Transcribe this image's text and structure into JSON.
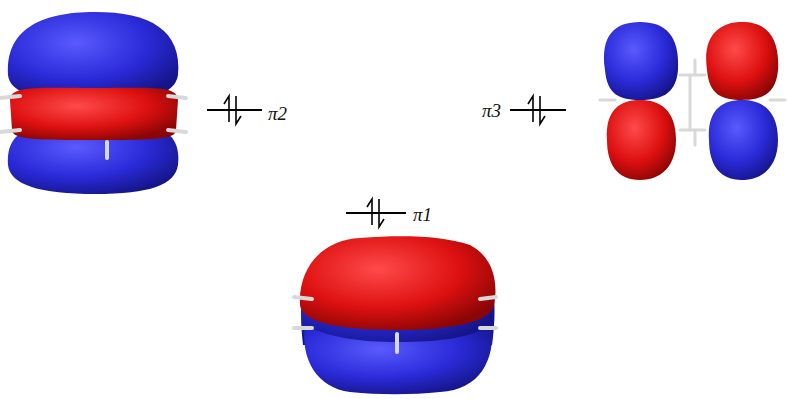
{
  "diagram": {
    "labels": [
      "π2",
      "π3",
      "π1"
    ]
  }
}
